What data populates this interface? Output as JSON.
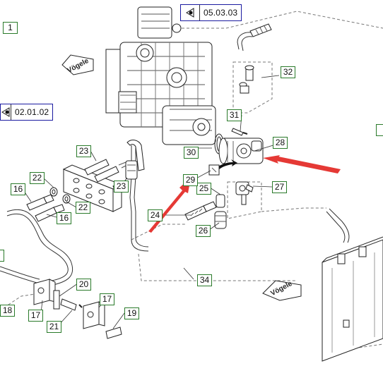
{
  "reference_boxes": [
    {
      "code": "05.03.03"
    },
    {
      "code": "02.01.02"
    }
  ],
  "brand_logos": [
    {
      "text": "Vögele"
    },
    {
      "text": "Vögele"
    }
  ],
  "callouts": [
    {
      "id": "c1",
      "label": "1"
    },
    {
      "id": "c16a",
      "label": "16"
    },
    {
      "id": "c16b",
      "label": "16"
    },
    {
      "id": "c17a",
      "label": "17"
    },
    {
      "id": "c17b",
      "label": "17"
    },
    {
      "id": "c18",
      "label": "18"
    },
    {
      "id": "c19",
      "label": "19"
    },
    {
      "id": "c20",
      "label": "20"
    },
    {
      "id": "c21",
      "label": "21"
    },
    {
      "id": "c22a",
      "label": "22"
    },
    {
      "id": "c22b",
      "label": "22"
    },
    {
      "id": "c23a",
      "label": "23"
    },
    {
      "id": "c23b",
      "label": "23"
    },
    {
      "id": "c24",
      "label": "24"
    },
    {
      "id": "c25",
      "label": "25"
    },
    {
      "id": "c26",
      "label": "26"
    },
    {
      "id": "c27",
      "label": "27"
    },
    {
      "id": "c28",
      "label": "28"
    },
    {
      "id": "c29",
      "label": "29"
    },
    {
      "id": "c30",
      "label": "30"
    },
    {
      "id": "c31",
      "label": "31"
    },
    {
      "id": "c32",
      "label": "32"
    },
    {
      "id": "c34",
      "label": "34"
    }
  ],
  "highlight_color": "#e53935",
  "callout_border_color": "#2a7a2a",
  "reference_border_color": "#1a1aa0"
}
